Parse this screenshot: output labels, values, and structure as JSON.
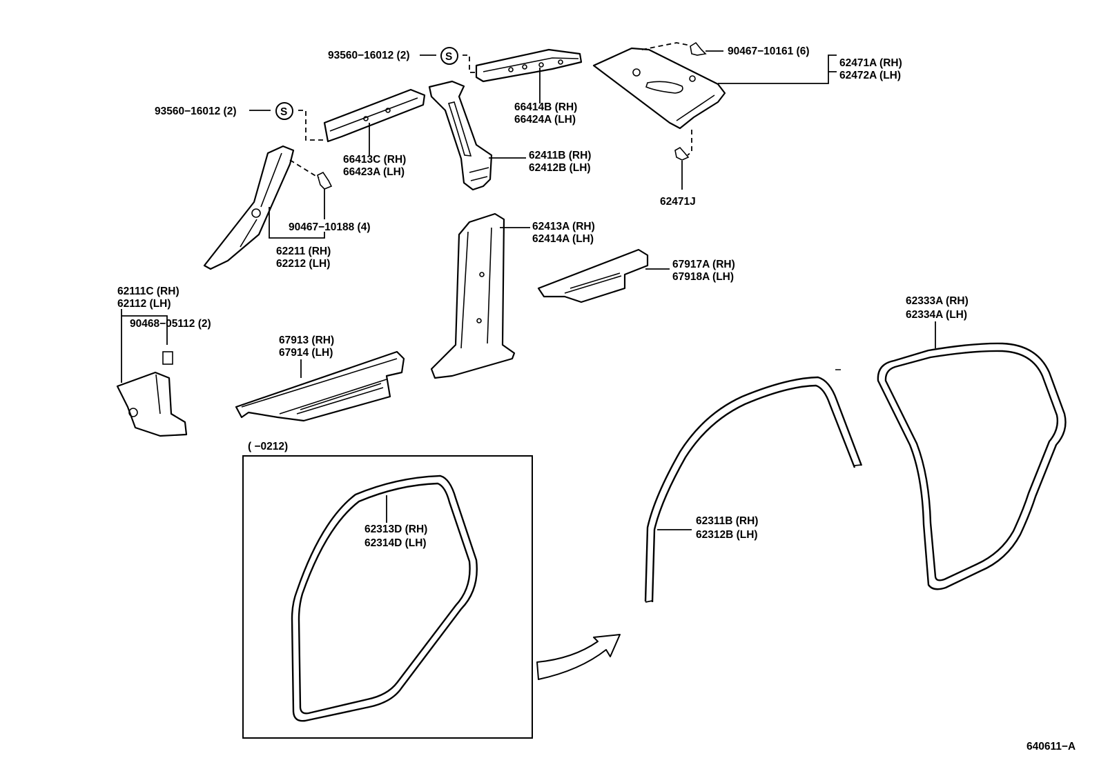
{
  "labels": {
    "clip_s_upper": "93560−16012 (2)",
    "clip_s_left": "93560−16012 (2)",
    "clip_s_symbol": "S",
    "clip_90467_10161": "90467−10161 (6)",
    "p62471A_rh": "62471A (RH)",
    "p62472A_lh": "62472A (LH)",
    "p66414B_rh": "66414B (RH)",
    "p66424A_lh": "66424A (LH)",
    "p66413C_rh": "66413C (RH)",
    "p66423A_lh": "66423A (LH)",
    "p62411B_rh": "62411B (RH)",
    "p62412B_lh": "62412B (LH)",
    "p62471J": "62471J",
    "clip_90467_10188": "90467−10188 (4)",
    "p62211_rh": "62211 (RH)",
    "p62212_lh": "62212 (LH)",
    "p62413A_rh": "62413A (RH)",
    "p62414A_lh": "62414A (LH)",
    "p67917A_rh": "67917A (RH)",
    "p67918A_lh": "67918A (LH)",
    "p62111C_rh": "62111C (RH)",
    "p62112_lh": "62112   (LH)",
    "clip_90468_05112": "90468−05112 (2)",
    "p67913_rh": "67913 (RH)",
    "p67914_lh": "67914 (LH)",
    "p62333A_rh": "62333A (RH)",
    "p62334A_lh": "62334A (LH)",
    "inset_range": "(        −0212)",
    "p62313D_rh": "62313D (RH)",
    "p62314D_lh": "62314D (LH)",
    "p62311B_rh": "62311B (RH)",
    "p62312B_lh": "62312B (LH)",
    "figure_code": "640611−A"
  }
}
